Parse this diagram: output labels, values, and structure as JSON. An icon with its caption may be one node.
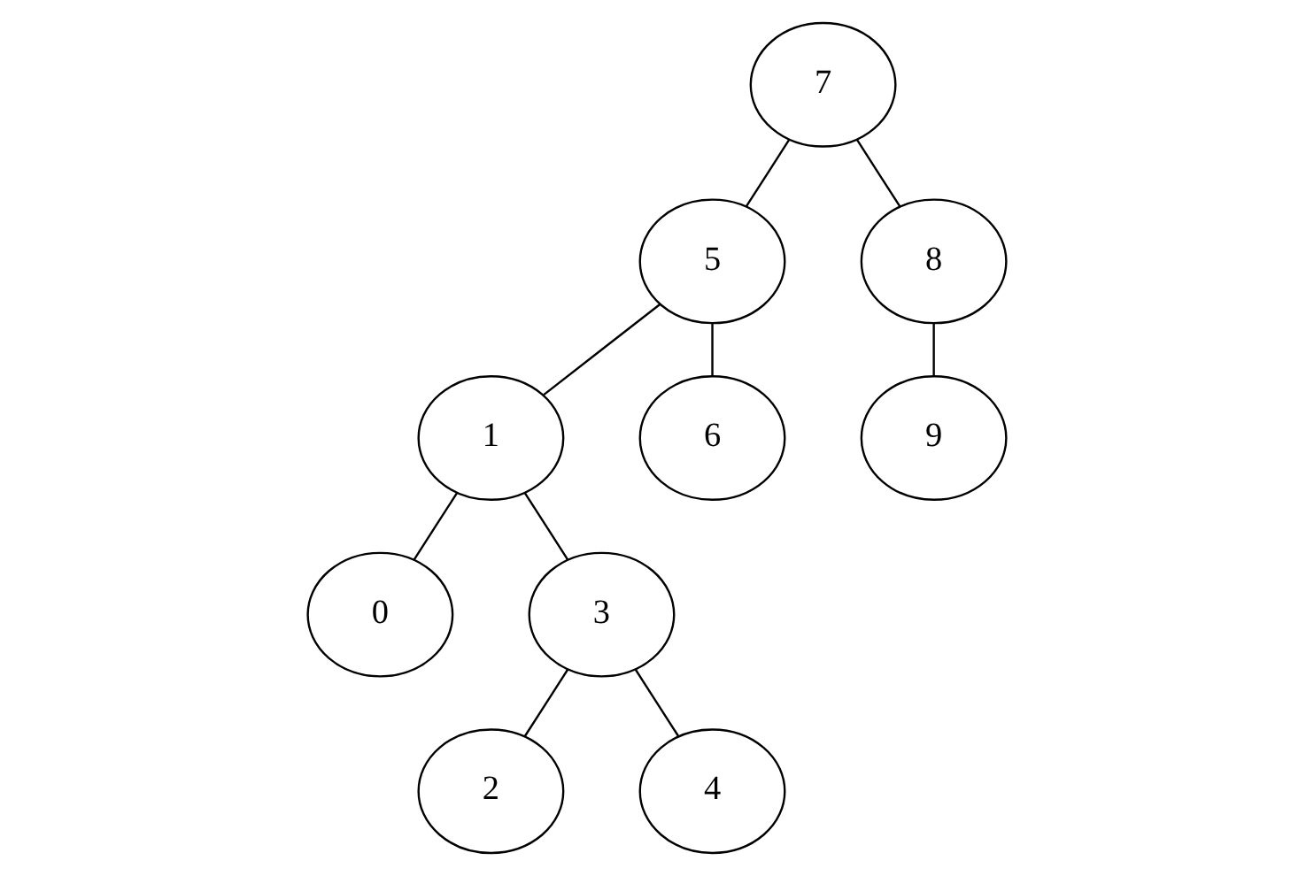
{
  "diagram": {
    "nodes": [
      {
        "text": [
          "7"
        ]
      },
      {
        "text": [
          "5"
        ]
      },
      {
        "text": [
          "8"
        ]
      },
      {
        "text": [
          "1"
        ]
      },
      {
        "text": [
          "6"
        ]
      },
      {
        "text": [
          "9"
        ]
      },
      {
        "text": [
          "0"
        ]
      },
      {
        "text": [
          "3"
        ]
      },
      {
        "text": [
          "2"
        ]
      },
      {
        "text": [
          "4"
        ]
      }
    ],
    "edges": [
      {
        "from": 0,
        "to": 1,
        "arrow": "none"
      },
      {
        "from": 0,
        "to": 2,
        "arrow": "none"
      },
      {
        "from": 1,
        "to": 3,
        "arrow": "none"
      },
      {
        "from": 1,
        "to": 4,
        "arrow": "none"
      },
      {
        "from": 2,
        "to": 5,
        "arrow": "none"
      },
      {
        "from": 3,
        "to": 6,
        "arrow": "none"
      },
      {
        "from": 3,
        "to": 7,
        "arrow": "none"
      },
      {
        "from": 7,
        "to": 8,
        "arrow": "none"
      },
      {
        "from": 7,
        "to": 9,
        "arrow": "none"
      }
    ]
  }
}
